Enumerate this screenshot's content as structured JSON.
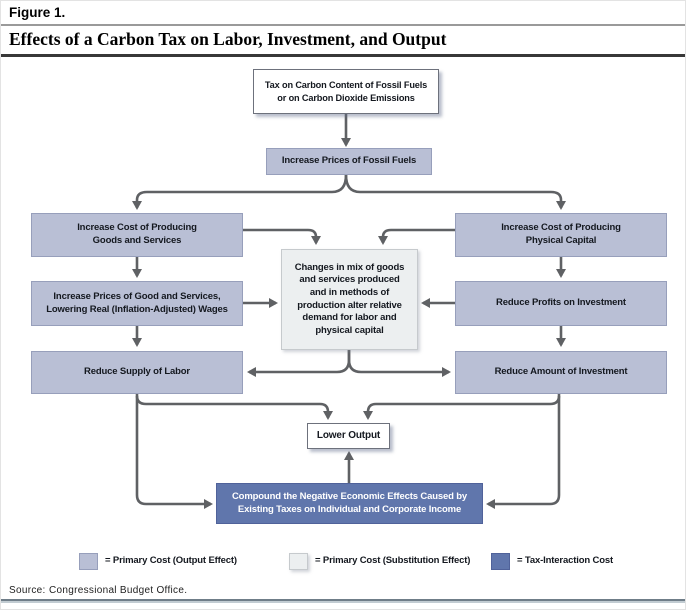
{
  "header": {
    "figure_label": "Figure 1.",
    "title": "Effects of a Carbon Tax on Labor, Investment, and Output"
  },
  "diagram": {
    "nodes": {
      "tax": {
        "label": "Tax on Carbon Content of Fossil Fuels\nor on Carbon Dioxide Emissions",
        "kind": "plain"
      },
      "fuel_prices": {
        "label": "Increase Prices of Fossil Fuels",
        "kind": "primary-output"
      },
      "cost_goods": {
        "label": "Increase Cost of Producing\nGoods and Services",
        "kind": "primary-output"
      },
      "cost_capital": {
        "label": "Increase Cost of Producing\nPhysical Capital",
        "kind": "primary-output"
      },
      "wages": {
        "label": "Increase Prices of Good and Services,\nLowering Real (Inflation-Adjusted) Wages",
        "kind": "primary-output"
      },
      "profits": {
        "label": "Reduce Profits on Investment",
        "kind": "primary-output"
      },
      "mix": {
        "label": "Changes in mix of goods\nand services produced\nand in methods of\nproduction alter relative\ndemand for labor and\nphysical capital",
        "kind": "primary-substitution"
      },
      "labor": {
        "label": "Reduce Supply of Labor",
        "kind": "primary-output"
      },
      "investment": {
        "label": "Reduce Amount of Investment",
        "kind": "primary-output"
      },
      "lower_output": {
        "label": "Lower Output",
        "kind": "plain"
      },
      "compound": {
        "label": "Compound the Negative Economic Effects Caused by\nExisting Taxes on Individual and Corporate Income",
        "kind": "tax-interaction"
      }
    },
    "edges": [
      {
        "from": "tax",
        "to": "fuel_prices"
      },
      {
        "from": "fuel_prices",
        "to": "cost_goods"
      },
      {
        "from": "fuel_prices",
        "to": "cost_capital"
      },
      {
        "from": "cost_goods",
        "to": "wages"
      },
      {
        "from": "cost_goods",
        "to": "mix"
      },
      {
        "from": "cost_capital",
        "to": "profits"
      },
      {
        "from": "cost_capital",
        "to": "mix"
      },
      {
        "from": "wages",
        "to": "mix"
      },
      {
        "from": "profits",
        "to": "mix"
      },
      {
        "from": "wages",
        "to": "labor"
      },
      {
        "from": "profits",
        "to": "investment"
      },
      {
        "from": "mix",
        "to": "labor"
      },
      {
        "from": "mix",
        "to": "investment"
      },
      {
        "from": "labor",
        "to": "lower_output"
      },
      {
        "from": "investment",
        "to": "lower_output"
      },
      {
        "from": "labor",
        "to": "compound"
      },
      {
        "from": "investment",
        "to": "compound"
      },
      {
        "from": "compound",
        "to": "lower_output"
      }
    ]
  },
  "legend": [
    {
      "label": "= Primary Cost (Output Effect)",
      "color": "#b9bfd5"
    },
    {
      "label": "= Primary Cost (Substitution Effect)",
      "color": "#eceff0"
    },
    {
      "label": "= Tax-Interaction Cost",
      "color": "#6076ac"
    }
  ],
  "source": {
    "label": "Source:",
    "text": "Congressional Budget Office."
  },
  "colors": {
    "primary_output_fill": "#b9bfd5",
    "primary_substitution_fill": "#eceff0",
    "tax_interaction_fill": "#6076ac",
    "arrow": "#5f6164"
  }
}
